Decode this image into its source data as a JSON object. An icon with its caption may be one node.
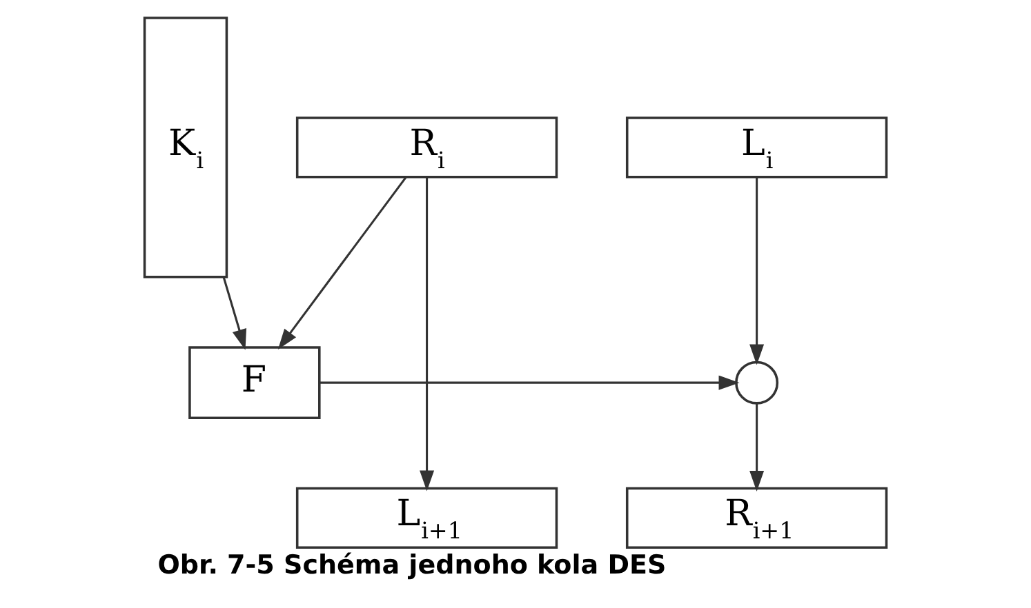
{
  "diagram": {
    "caption": "Obr. 7-5 Schéma jednoho kola DES",
    "nodes": [
      {
        "text": [
          "L$_{i}$"
        ]
      },
      {
        "text": [
          "R$_{i}$"
        ]
      },
      {
        "text": [
          "K$_{i}$"
        ]
      },
      {
        "text": [
          "F"
        ]
      },
      {
        "text": [],
        "shape": "circle"
      },
      {
        "text": [
          "L$_{i+1}$"
        ]
      },
      {
        "text": [
          "R$_{i+1}$"
        ]
      }
    ],
    "edges": [
      {
        "from": 0,
        "to": 4,
        "arrow": "to"
      },
      {
        "from": 1,
        "to": 3,
        "arrow": "to"
      },
      {
        "from": 2,
        "to": 3,
        "arrow": "to"
      },
      {
        "from": 3,
        "to": 4,
        "arrow": "to"
      },
      {
        "from": 4,
        "to": 6,
        "arrow": "to"
      },
      {
        "from": 1,
        "to": 5,
        "arrow": "to"
      }
    ]
  }
}
